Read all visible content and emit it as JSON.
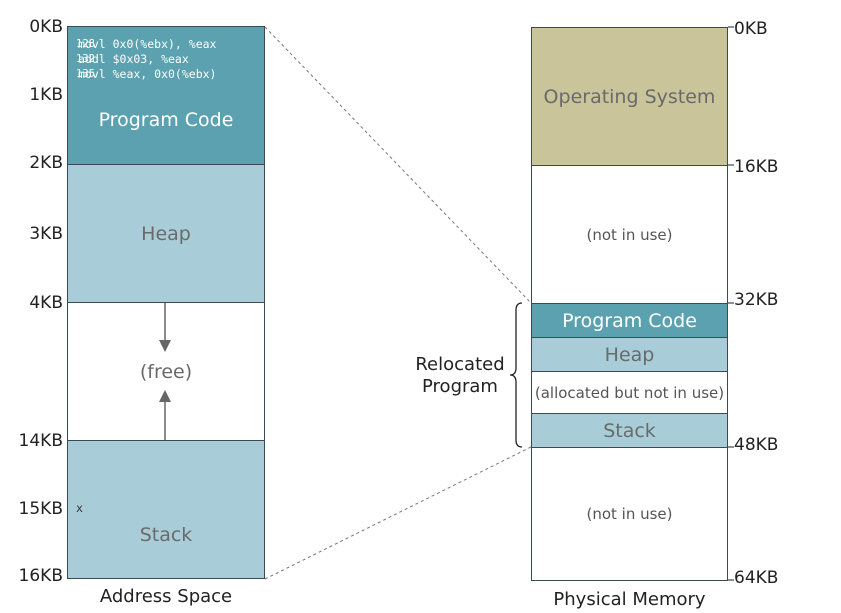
{
  "address_space": {
    "caption": "Address Space",
    "labels": {
      "k0": "0KB",
      "k1": "1KB",
      "k2": "2KB",
      "k3": "3KB",
      "k4": "4KB",
      "k14": "14KB",
      "k15": "15KB",
      "k16": "16KB"
    },
    "code_lines": [
      {
        "num": "128",
        "text": "movl 0x0(%ebx), %eax"
      },
      {
        "num": "132",
        "text": "addl $0x03, %eax"
      },
      {
        "num": "135",
        "text": "movl %eax, 0x0(%ebx)"
      }
    ],
    "program_code": "Program Code",
    "heap": "Heap",
    "free": "(free)",
    "stack": "Stack",
    "x_marker": "x"
  },
  "physical_memory": {
    "caption": "Physical Memory",
    "labels": {
      "k0": "0KB",
      "k16": "16KB",
      "k32": "32KB",
      "k48": "48KB",
      "k64": "64KB"
    },
    "os": "Operating System",
    "not_in_use_1": "(not in use)",
    "program_code": "Program Code",
    "heap": "Heap",
    "allocated": "(allocated but not in use)",
    "stack": "Stack",
    "not_in_use_2": "(not in use)"
  },
  "relocated_label": {
    "line1": "Relocated",
    "line2": "Program"
  },
  "colors": {
    "code_block": "#5ba1b0",
    "light_block": "#a8cdd8",
    "os_block": "#cac49a",
    "border": "#3b4a52"
  }
}
